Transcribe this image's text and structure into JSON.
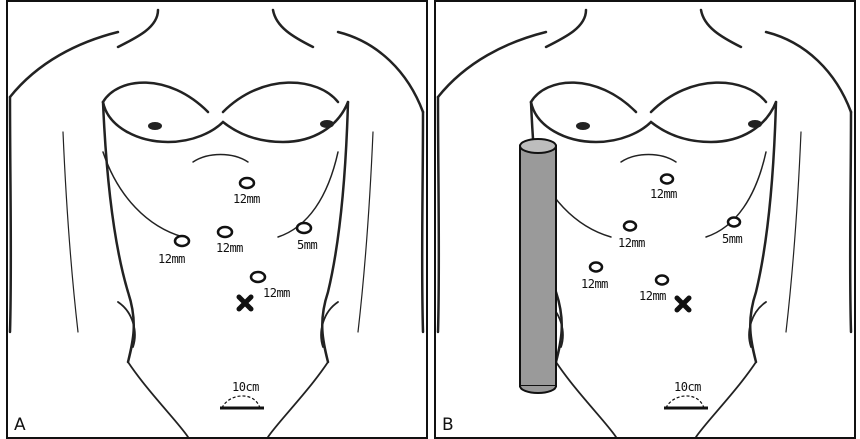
{
  "panels": [
    {
      "label": "A",
      "ports": [
        {
          "label": "12mm"
        },
        {
          "label": "12mm"
        },
        {
          "label": "12mm"
        },
        {
          "label": "5mm"
        },
        {
          "label": "12mm"
        }
      ],
      "scale_label": "10cm",
      "has_cylinder": false
    },
    {
      "label": "B",
      "ports": [
        {
          "label": "12mm"
        },
        {
          "label": "12mm"
        },
        {
          "label": "12mm"
        },
        {
          "label": "5mm"
        },
        {
          "label": "12mm"
        }
      ],
      "scale_label": "10cm",
      "has_cylinder": true
    }
  ]
}
